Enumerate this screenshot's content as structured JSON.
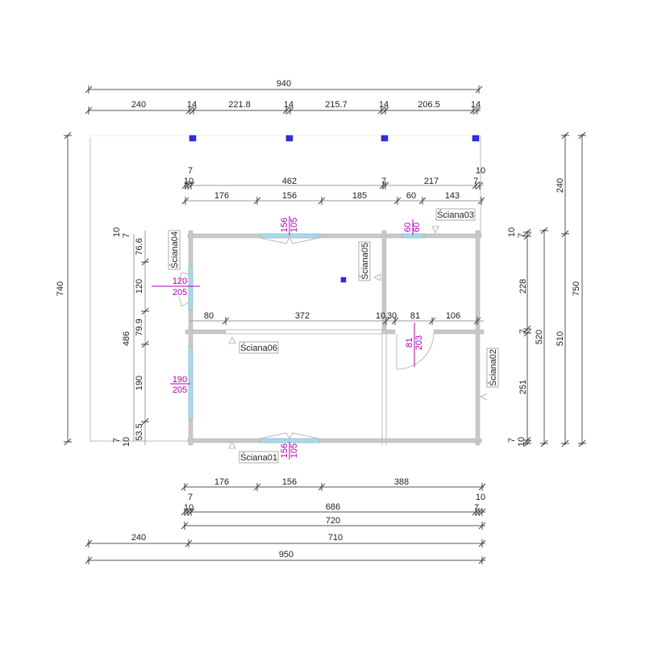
{
  "top_dims": {
    "overall": "940",
    "segments": [
      "240",
      "14",
      "221.8",
      "14",
      "215.7",
      "14",
      "206.5",
      "14"
    ],
    "wall_row": [
      "7",
      "10",
      "462",
      "7",
      "217",
      "7",
      "10"
    ],
    "openings_row": [
      "176",
      "156",
      "185",
      "60",
      "143"
    ]
  },
  "bottom_dims": {
    "openings_row": [
      "176",
      "156",
      "388"
    ],
    "wall_row": [
      "7",
      "10",
      "686",
      "10",
      "7"
    ],
    "overall_inner": "720",
    "offset_row": [
      "240",
      "710"
    ],
    "overall": "950"
  },
  "left_dims": {
    "overall": "740",
    "inner": "486",
    "segments": [
      "76.6",
      "120",
      "79.9",
      "190",
      "53.5"
    ],
    "top_wall": [
      "10",
      "7"
    ],
    "bottom_wall": [
      "7",
      "10"
    ]
  },
  "right_dims": {
    "segments": [
      "228",
      "7",
      "251"
    ],
    "top_wall": [
      "10",
      "7"
    ],
    "bottom_wall": [
      "7",
      "10"
    ],
    "inner": "520",
    "mid": [
      "240",
      "510"
    ],
    "overall": "750"
  },
  "interior_dims": {
    "left_row": [
      "80",
      "372"
    ],
    "right_row": [
      "10",
      "30",
      "81",
      "106"
    ]
  },
  "openings": {
    "top_window": [
      "156",
      "105"
    ],
    "top_small_window": [
      "60",
      "60"
    ],
    "bottom_window": [
      "156",
      "105"
    ],
    "left_door": [
      "120",
      "205"
    ],
    "left_window": [
      "190",
      "205"
    ],
    "inner_door": [
      "81",
      "203"
    ]
  },
  "walls": [
    "Ściana01",
    "Ściana02",
    "Ściana03",
    "Ściana04",
    "Ściana05",
    "Ściana06"
  ],
  "colors": {
    "wall": "#c8c8c8",
    "glass": "#a8d8f0",
    "opening_label": "#b000b0",
    "post": "#3030e0"
  }
}
